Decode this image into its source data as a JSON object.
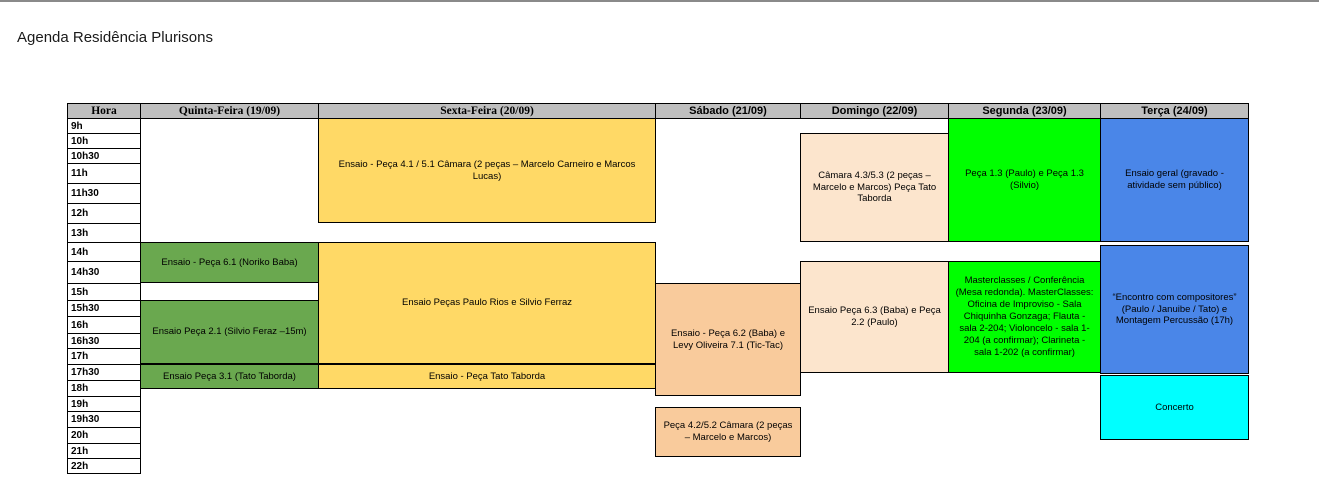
{
  "title": "Agenda Residência Plurisons",
  "schedule": {
    "time_column_header": "Hora",
    "day_headers": [
      "Quinta-Feira (19/09)",
      "Sexta-Feira (20/09)",
      "Sábado (21/09)",
      "Domingo (22/09)",
      "Segunda (23/09)",
      "Terça (24/09)"
    ],
    "time_slots": [
      "9h",
      "10h",
      "10h30",
      "11h",
      "11h30",
      "12h",
      "13h",
      "14h",
      "14h30",
      "15h",
      "15h30",
      "16h",
      "16h30",
      "17h",
      "17h30",
      "18h",
      "19h",
      "19h30",
      "20h",
      "21h",
      "22h"
    ]
  },
  "colors": {
    "header_gray": "#bfbfbf",
    "rehearsal_green": "#6aa84f",
    "rehearsal_yellow": "#ffd966",
    "rehearsal_orange": "#f9cb9c",
    "rehearsal_peach": "#fce5cd",
    "bright_green": "#00ff00",
    "blue": "#4a86e8",
    "cyan": "#00ffff"
  },
  "events": [
    {
      "id": "thu-ensaio-6-1",
      "day": 0,
      "start_slot": "14h",
      "end_slot": "15h",
      "row_start": 7,
      "row_end": 9,
      "color": "rehearsal_green",
      "label": "Ensaio - Peça 6.1 (Noriko Baba)"
    },
    {
      "id": "thu-ensaio-2-1",
      "day": 0,
      "start_slot": "15h30",
      "end_slot": "17h30",
      "row_start": 10,
      "row_end": 14,
      "color": "rehearsal_green",
      "label": "Ensaio Peça 2.1 (Silvio Feraz –15m)"
    },
    {
      "id": "thu-ensaio-3-1",
      "day": 0,
      "start_slot": "17h30",
      "end_slot": "19h",
      "row_start": 14,
      "row_end": 16,
      "color": "rehearsal_green",
      "label": "Ensaio Peça 3.1 (Tato Taborda)"
    },
    {
      "id": "fri-ensaio-4-1-5-1",
      "day": 1,
      "start_slot": "9h",
      "end_slot": "13h",
      "row_start": 0,
      "row_end": 6,
      "color": "rehearsal_yellow",
      "label": "Ensaio - Peça 4.1 / 5.1 Câmara (2 peças – Marcelo Carneiro e Marcos Lucas)"
    },
    {
      "id": "fri-ensaio-paulo-silvio",
      "day": 1,
      "start_slot": "14h",
      "end_slot": "17h30",
      "row_start": 7,
      "row_end": 14,
      "color": "rehearsal_yellow",
      "label": "Ensaio Peças Paulo Rios e Silvio Ferraz"
    },
    {
      "id": "fri-ensaio-tato",
      "day": 1,
      "start_slot": "17h30",
      "end_slot": "19h",
      "row_start": 14,
      "row_end": 16,
      "color": "rehearsal_yellow",
      "label": "Ensaio - Peça Tato Taborda"
    },
    {
      "id": "sat-ensaio-6-2",
      "day": 2,
      "start_slot": "15h",
      "end_slot": "19h",
      "row_start": 9,
      "row_end": 16,
      "color": "rehearsal_orange",
      "label": "Ensaio - Peça 6.2 (Baba) e Levy Oliveira 7.1 (Tic-Tac)"
    },
    {
      "id": "sat-peca-4-2-5-2",
      "day": 2,
      "start_slot": "19h30",
      "end_slot": "22h",
      "row_start": 17,
      "row_end": 20,
      "color": "rehearsal_orange",
      "label": "Peça 4.2/5.2 Câmara (2 peças – Marcelo e Marcos)"
    },
    {
      "id": "sun-camara-4-3-5-3",
      "day": 3,
      "start_slot": "10h",
      "end_slot": "14h",
      "row_start": 1,
      "row_end": 7,
      "color": "rehearsal_peach",
      "label": "Câmara 4.3/5.3 (2 peças – Marcelo e Marcos) Peça Tato Taborda"
    },
    {
      "id": "sun-ensaio-6-3-e-2-2",
      "day": 3,
      "start_slot": "14h30",
      "end_slot": "18h",
      "row_start": 8,
      "row_end": 15,
      "color": "rehearsal_peach",
      "label": "Ensaio Peça 6.3 (Baba) e Peça 2.2 (Paulo)"
    },
    {
      "id": "mon-peca-1-3",
      "day": 4,
      "start_slot": "9h",
      "end_slot": "14h",
      "row_start": 0,
      "row_end": 7,
      "color": "bright_green",
      "label": "Peça 1.3 (Paulo) e Peça 1.3 (Silvio)"
    },
    {
      "id": "mon-masterclasses",
      "day": 4,
      "start_slot": "14h30",
      "end_slot": "18h",
      "row_start": 8,
      "row_end": 15,
      "color": "bright_green",
      "label": "Masterclasses / Conferência (Mesa redonda). MasterClasses: Oficina de Improviso - Sala Chiquinha Gonzaga; Flauta - sala 2-204; Violoncelo - sala 1-204 (a confirmar); Clarineta - sala 1-202 (a confirmar)"
    },
    {
      "id": "tue-ensaio-geral",
      "day": 5,
      "start_slot": "9h",
      "end_slot": "14h",
      "row_start": 0,
      "row_end": 7,
      "color": "blue",
      "label": "Ensaio geral (gravado - atividade sem público)"
    },
    {
      "id": "tue-encontro-compositores",
      "day": 5,
      "start_slot": "14h",
      "end_slot": "18h",
      "row_start": 7,
      "row_end": 15,
      "color": "blue",
      "label": "“Encontro com compositores” (Paulo / Januibe / Tato) e Montagem Percussão (17h)"
    },
    {
      "id": "tue-concerto",
      "day": 5,
      "start_slot": "18h",
      "end_slot": "21h",
      "row_start": 15,
      "row_end": 19,
      "color": "cyan",
      "label": "Concerto"
    }
  ]
}
